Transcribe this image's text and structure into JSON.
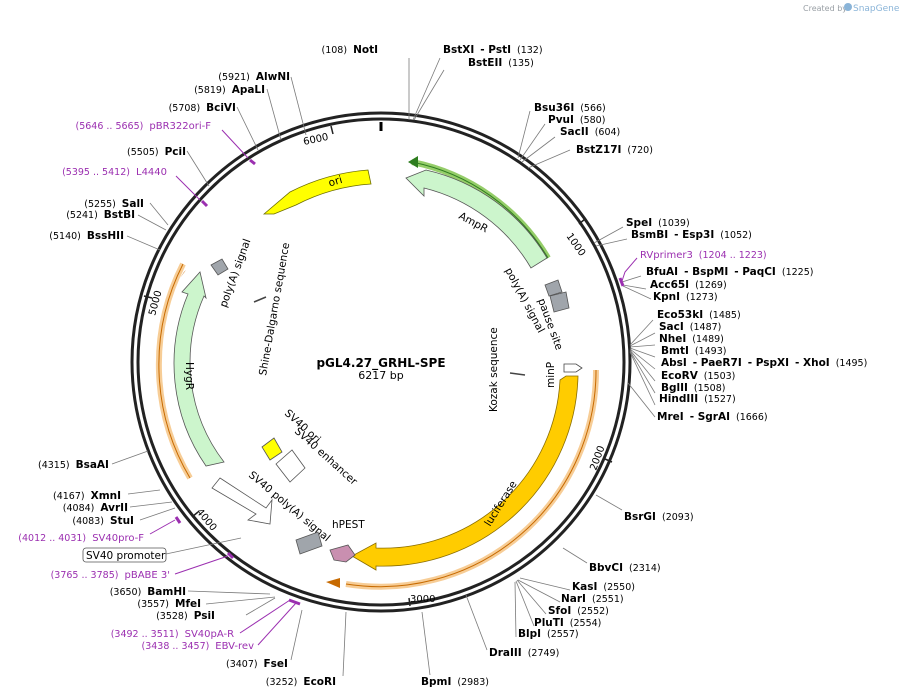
{
  "credit": {
    "prefix": "Created by",
    "brand": "SnapGene"
  },
  "plasmid": {
    "name": "pGL4.27_GRHL-SPE",
    "size": "6217 bp"
  },
  "ruler": [
    "1000",
    "2000",
    "3000",
    "4000",
    "5000",
    "6000"
  ],
  "enzymes": [
    {
      "id": "noti",
      "parts": [
        {
          "t": "(108)",
          "k": "ps"
        },
        {
          "t": "NotI",
          "k": "nm"
        }
      ]
    },
    {
      "id": "bstxi-psti",
      "parts": [
        {
          "t": "BstXI",
          "k": "nm"
        },
        {
          "t": "- PstI",
          "k": "nm"
        },
        {
          "t": "(132)",
          "k": "ps"
        }
      ]
    },
    {
      "id": "bsteii",
      "parts": [
        {
          "t": "BstEII",
          "k": "nm"
        },
        {
          "t": "(135)",
          "k": "ps"
        }
      ]
    },
    {
      "id": "bsu36i",
      "parts": [
        {
          "t": "Bsu36I",
          "k": "nm"
        },
        {
          "t": "(566)",
          "k": "ps"
        }
      ]
    },
    {
      "id": "pvui",
      "parts": [
        {
          "t": "PvuI",
          "k": "nm"
        },
        {
          "t": "(580)",
          "k": "ps"
        }
      ]
    },
    {
      "id": "sacii",
      "parts": [
        {
          "t": "SacII",
          "k": "nm"
        },
        {
          "t": "(604)",
          "k": "ps"
        }
      ]
    },
    {
      "id": "bstz17i",
      "parts": [
        {
          "t": "BstZ17I",
          "k": "nm"
        },
        {
          "t": "(720)",
          "k": "ps"
        }
      ]
    },
    {
      "id": "spei",
      "parts": [
        {
          "t": "SpeI",
          "k": "nm"
        },
        {
          "t": "(1039)",
          "k": "ps"
        }
      ]
    },
    {
      "id": "bsmbi-esp3i",
      "parts": [
        {
          "t": "BsmBI",
          "k": "nm"
        },
        {
          "t": "- Esp3I",
          "k": "nm"
        },
        {
          "t": "(1052)",
          "k": "ps"
        }
      ]
    },
    {
      "id": "bfuai",
      "parts": [
        {
          "t": "BfuAI",
          "k": "nm"
        },
        {
          "t": "- BspMI",
          "k": "nm"
        },
        {
          "t": "- PaqCI",
          "k": "nm"
        },
        {
          "t": "(1225)",
          "k": "ps"
        }
      ]
    },
    {
      "id": "acc65i",
      "parts": [
        {
          "t": "Acc65I",
          "k": "nm"
        },
        {
          "t": "(1269)",
          "k": "ps"
        }
      ]
    },
    {
      "id": "kpni",
      "parts": [
        {
          "t": "KpnI",
          "k": "nm"
        },
        {
          "t": "(1273)",
          "k": "ps"
        }
      ]
    },
    {
      "id": "eco53ki",
      "parts": [
        {
          "t": "Eco53kI",
          "k": "nm"
        },
        {
          "t": "(1485)",
          "k": "ps"
        }
      ]
    },
    {
      "id": "saci",
      "parts": [
        {
          "t": "SacI",
          "k": "nm"
        },
        {
          "t": "(1487)",
          "k": "ps"
        }
      ]
    },
    {
      "id": "nhei",
      "parts": [
        {
          "t": "NheI",
          "k": "nm"
        },
        {
          "t": "(1489)",
          "k": "ps"
        }
      ]
    },
    {
      "id": "bmti",
      "parts": [
        {
          "t": "BmtI",
          "k": "nm"
        },
        {
          "t": "(1493)",
          "k": "ps"
        }
      ]
    },
    {
      "id": "absi",
      "parts": [
        {
          "t": "AbsI",
          "k": "nm"
        },
        {
          "t": "- PaeR7I",
          "k": "nm"
        },
        {
          "t": "- PspXI",
          "k": "nm"
        },
        {
          "t": "- XhoI",
          "k": "nm"
        },
        {
          "t": "(1495)",
          "k": "ps"
        }
      ]
    },
    {
      "id": "ecorv",
      "parts": [
        {
          "t": "EcoRV",
          "k": "nm"
        },
        {
          "t": "(1503)",
          "k": "ps"
        }
      ]
    },
    {
      "id": "bglii",
      "parts": [
        {
          "t": "BglII",
          "k": "nm"
        },
        {
          "t": "(1508)",
          "k": "ps"
        }
      ]
    },
    {
      "id": "hindiii",
      "parts": [
        {
          "t": "HindIII",
          "k": "nm"
        },
        {
          "t": "(1527)",
          "k": "ps"
        }
      ]
    },
    {
      "id": "mrei",
      "parts": [
        {
          "t": "MreI",
          "k": "nm"
        },
        {
          "t": "- SgrAI",
          "k": "nm"
        },
        {
          "t": "(1666)",
          "k": "ps"
        }
      ]
    },
    {
      "id": "bsrgi",
      "parts": [
        {
          "t": "BsrGI",
          "k": "nm"
        },
        {
          "t": "(2093)",
          "k": "ps"
        }
      ]
    },
    {
      "id": "bbvci",
      "parts": [
        {
          "t": "BbvCI",
          "k": "nm"
        },
        {
          "t": "(2314)",
          "k": "ps"
        }
      ]
    },
    {
      "id": "kasi",
      "parts": [
        {
          "t": "KasI",
          "k": "nm"
        },
        {
          "t": "(2550)",
          "k": "ps"
        }
      ]
    },
    {
      "id": "nari",
      "parts": [
        {
          "t": "NarI",
          "k": "nm"
        },
        {
          "t": "(2551)",
          "k": "ps"
        }
      ]
    },
    {
      "id": "sfoi",
      "parts": [
        {
          "t": "SfoI",
          "k": "nm"
        },
        {
          "t": "(2552)",
          "k": "ps"
        }
      ]
    },
    {
      "id": "pluti",
      "parts": [
        {
          "t": "PluTI",
          "k": "nm"
        },
        {
          "t": "(2554)",
          "k": "ps"
        }
      ]
    },
    {
      "id": "blpi",
      "parts": [
        {
          "t": "BlpI",
          "k": "nm"
        },
        {
          "t": "(2557)",
          "k": "ps"
        }
      ]
    },
    {
      "id": "draiii",
      "parts": [
        {
          "t": "DraIII",
          "k": "nm"
        },
        {
          "t": "(2749)",
          "k": "ps"
        }
      ]
    },
    {
      "id": "bpmi",
      "parts": [
        {
          "t": "BpmI",
          "k": "nm"
        },
        {
          "t": "(2983)",
          "k": "ps"
        }
      ]
    },
    {
      "id": "ecori",
      "parts": [
        {
          "t": "(3252)",
          "k": "ps"
        },
        {
          "t": "EcoRI",
          "k": "nm"
        }
      ]
    },
    {
      "id": "fsei",
      "parts": [
        {
          "t": "(3407)",
          "k": "ps"
        },
        {
          "t": "FseI",
          "k": "nm"
        }
      ]
    },
    {
      "id": "psii",
      "parts": [
        {
          "t": "(3528)",
          "k": "ps"
        },
        {
          "t": "PsiI",
          "k": "nm"
        }
      ]
    },
    {
      "id": "mfei",
      "parts": [
        {
          "t": "(3557)",
          "k": "ps"
        },
        {
          "t": "MfeI",
          "k": "nm"
        }
      ]
    },
    {
      "id": "bamhi",
      "parts": [
        {
          "t": "(3650)",
          "k": "ps"
        },
        {
          "t": "BamHI",
          "k": "nm"
        }
      ]
    },
    {
      "id": "stui",
      "parts": [
        {
          "t": "(4083)",
          "k": "ps"
        },
        {
          "t": "StuI",
          "k": "nm"
        }
      ]
    },
    {
      "id": "avrii",
      "parts": [
        {
          "t": "(4084)",
          "k": "ps"
        },
        {
          "t": "AvrII",
          "k": "nm"
        }
      ]
    },
    {
      "id": "xmni",
      "parts": [
        {
          "t": "(4167)",
          "k": "ps"
        },
        {
          "t": "XmnI",
          "k": "nm"
        }
      ]
    },
    {
      "id": "bsaai",
      "parts": [
        {
          "t": "(4315)",
          "k": "ps"
        },
        {
          "t": "BsaAI",
          "k": "nm"
        }
      ]
    },
    {
      "id": "bsshii",
      "parts": [
        {
          "t": "(5140)",
          "k": "ps"
        },
        {
          "t": "BssHII",
          "k": "nm"
        }
      ]
    },
    {
      "id": "bstbi",
      "parts": [
        {
          "t": "(5241)",
          "k": "ps"
        },
        {
          "t": "BstBI",
          "k": "nm"
        }
      ]
    },
    {
      "id": "sali",
      "parts": [
        {
          "t": "(5255)",
          "k": "ps"
        },
        {
          "t": "SalI",
          "k": "nm"
        }
      ]
    },
    {
      "id": "pcii",
      "parts": [
        {
          "t": "(5505)",
          "k": "ps"
        },
        {
          "t": "PciI",
          "k": "nm"
        }
      ]
    },
    {
      "id": "bcivi",
      "parts": [
        {
          "t": "(5708)",
          "k": "ps"
        },
        {
          "t": "BciVI",
          "k": "nm"
        }
      ]
    },
    {
      "id": "apali",
      "parts": [
        {
          "t": "(5819)",
          "k": "ps"
        },
        {
          "t": "ApaLI",
          "k": "nm"
        }
      ]
    },
    {
      "id": "alwni",
      "parts": [
        {
          "t": "(5921)",
          "k": "ps"
        },
        {
          "t": "AlwNI",
          "k": "nm"
        }
      ]
    }
  ],
  "primers": [
    {
      "id": "rvprimer3",
      "parts": [
        {
          "t": "RVprimer3",
          "k": "pr"
        },
        {
          "t": "(1204 .. 1223)",
          "k": "prs"
        }
      ]
    },
    {
      "id": "pbr322ori-f",
      "parts": [
        {
          "t": "(5646 .. 5665)",
          "k": "prs"
        },
        {
          "t": "pBR322ori-F",
          "k": "pr"
        }
      ]
    },
    {
      "id": "l4440",
      "parts": [
        {
          "t": "(5395 .. 5412)",
          "k": "prs"
        },
        {
          "t": "L4440",
          "k": "pr"
        }
      ]
    },
    {
      "id": "sv40pro-f",
      "parts": [
        {
          "t": "(4012 .. 4031)",
          "k": "prs"
        },
        {
          "t": "SV40pro-F",
          "k": "pr"
        }
      ]
    },
    {
      "id": "pbabe3",
      "parts": [
        {
          "t": "(3765 .. 3785)",
          "k": "prs"
        },
        {
          "t": "pBABE 3'",
          "k": "pr"
        }
      ]
    },
    {
      "id": "sv40pa-r",
      "parts": [
        {
          "t": "(3492 .. 3511)",
          "k": "prs"
        },
        {
          "t": "SV40pA-R",
          "k": "pr"
        }
      ]
    },
    {
      "id": "ebv-rev",
      "parts": [
        {
          "t": "(3438 .. 3457)",
          "k": "prs"
        },
        {
          "t": "EBV-rev",
          "k": "pr"
        }
      ]
    }
  ],
  "boxed_feature": "SV40 promoter",
  "features": {
    "ori": "ori",
    "ampr": "AmpR",
    "hygr": "HygR",
    "luciferase": "luciferase",
    "polya_top": "poly(A) signal",
    "polya_left": "poly(A) signal",
    "pause_site": "pause site",
    "minp": "minP",
    "kozak": "Kozak sequence",
    "shine": "Shine-Dalgarno sequence",
    "sv40_ori": "SV40 ori",
    "sv40_enh": "SV40 enhancer",
    "sv40_polya": "SV40 poly(A) signal",
    "hpest": "hPEST"
  },
  "colors": {
    "ori": "#ffff00",
    "ampr": "#ccf5cc",
    "hygr": "#ccf5cc",
    "luciferase": "#ffcc00",
    "terminator": "#a0a5ab",
    "hpest": "#c98fb0",
    "sv40_ori": "#ffff00",
    "enhancer": "#ffffff",
    "primer": "#9b2fb0",
    "highlight_green": "#7ac143",
    "highlight_orange": "#f4b86a"
  }
}
